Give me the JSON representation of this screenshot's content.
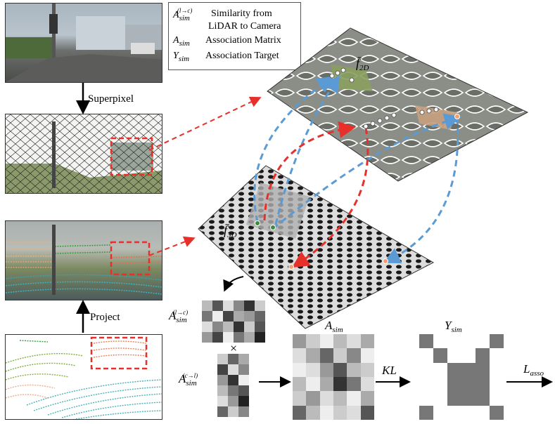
{
  "legend": {
    "rows": [
      {
        "symbol": "A_sim^(l→c)",
        "text": "Similarity from LiDAR to Camera"
      },
      {
        "symbol": "A_sim",
        "text": "Association Matrix"
      },
      {
        "symbol": "Y_sim",
        "text": "Association Target"
      }
    ],
    "row1_line1": "Similarity from",
    "row1_line2": "LiDAR to Camera"
  },
  "labels": {
    "superpixel": "Superpixel",
    "project": "Project",
    "f2d": "f̄",
    "f2d_sub": "2D",
    "f3d": "f̄",
    "f3d_sub": "3D",
    "a_lc": "A",
    "a_lc_sub": "sim",
    "a_lc_sup": "(l→c)",
    "a_cl": "A",
    "a_cl_sub": "sim",
    "a_cl_sup": "(c→l)",
    "times": "×",
    "a_sim": "A",
    "a_sim_sub": "sim",
    "y_sim": "Y",
    "y_sim_sub": "sim",
    "kl": "KL",
    "l_asso": "L",
    "l_asso_sub": "asso"
  },
  "colors": {
    "red_dashed": "#e8302a",
    "blue_dashed": "#5b9bd5",
    "green_point": "#3c8a3c",
    "orange_point": "#f0a070"
  }
}
